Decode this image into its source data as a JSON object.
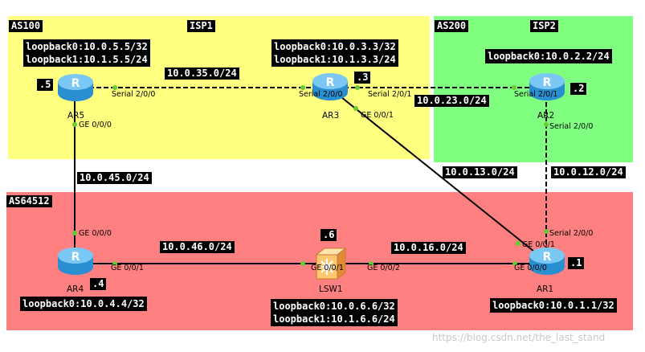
{
  "zones": {
    "isp1": {
      "as": "AS100",
      "name": "ISP1"
    },
    "isp2": {
      "as": "AS200",
      "name": "ISP2"
    },
    "as64512": {
      "as": "AS64512"
    }
  },
  "colors": {
    "isp1": "#ffff80",
    "isp2": "#80ff80",
    "as64512": "#ff8080",
    "link": "#000000",
    "port_dot": "#66cc33"
  },
  "devices": {
    "ar5": {
      "name": "AR5",
      "id": ".5",
      "loopbacks": [
        "loopback0:10.0.5.5/32",
        "loopback1:10.1.5.5/24"
      ],
      "icon": "router-icon"
    },
    "ar3": {
      "name": "AR3",
      "id": ".3",
      "loopbacks": [
        "loopback0:10.0.3.3/32",
        "loopback1:10.1.3.3/24"
      ],
      "icon": "router-icon"
    },
    "ar2": {
      "name": "AR2",
      "id": ".2",
      "loopbacks": [
        "loopback0:10.0.2.2/24"
      ],
      "icon": "router-icon"
    },
    "ar4": {
      "name": "AR4",
      "id": ".4",
      "loopbacks": [
        "loopback0:10.0.4.4/32"
      ],
      "icon": "router-icon"
    },
    "lsw1": {
      "name": "LSW1",
      "id": ".6",
      "loopbacks": [
        "loopback0:10.0.6.6/32",
        "loopback1:10.1.6.6/24"
      ],
      "icon": "switch-icon"
    },
    "ar1": {
      "name": "AR1",
      "id": ".1",
      "loopbacks": [
        "loopback0:10.0.1.1/32"
      ],
      "icon": "router-icon"
    }
  },
  "links": {
    "ar5_ar3": {
      "subnet": "10.0.35.0/24",
      "a_port": "Serial 2/0/0",
      "b_port": "Serial 2/0/0",
      "style": "dashed"
    },
    "ar3_ar2": {
      "subnet": "10.0.23.0/24",
      "a_port": "Serial 2/0/1",
      "b_port": "Serial 2/0/1",
      "style": "dashed"
    },
    "ar5_ar4": {
      "subnet": "10.0.45.0/24",
      "a_port": "GE 0/0/0",
      "b_port": "GE 0/0/0",
      "style": "solid"
    },
    "ar3_ar1": {
      "subnet": "10.0.13.0/24",
      "a_port": "GE 0/0/1",
      "b_port": "GE 0/0/1",
      "style": "solid"
    },
    "ar2_ar1": {
      "subnet": "10.0.12.0/24",
      "a_port": "Serial 2/0/0",
      "b_port": "Serial 2/0/0",
      "style": "dashed"
    },
    "ar4_lsw1": {
      "subnet": "10.0.46.0/24",
      "a_port": "GE 0/0/1",
      "b_port": "GE 0/0/1",
      "style": "solid"
    },
    "lsw1_ar1": {
      "subnet": "10.0.16.0/24",
      "a_port": "GE 0/0/2",
      "b_port": "GE 0/0/0",
      "style": "solid"
    }
  },
  "watermark": "https://blog.csdn.net/the_last_stand"
}
